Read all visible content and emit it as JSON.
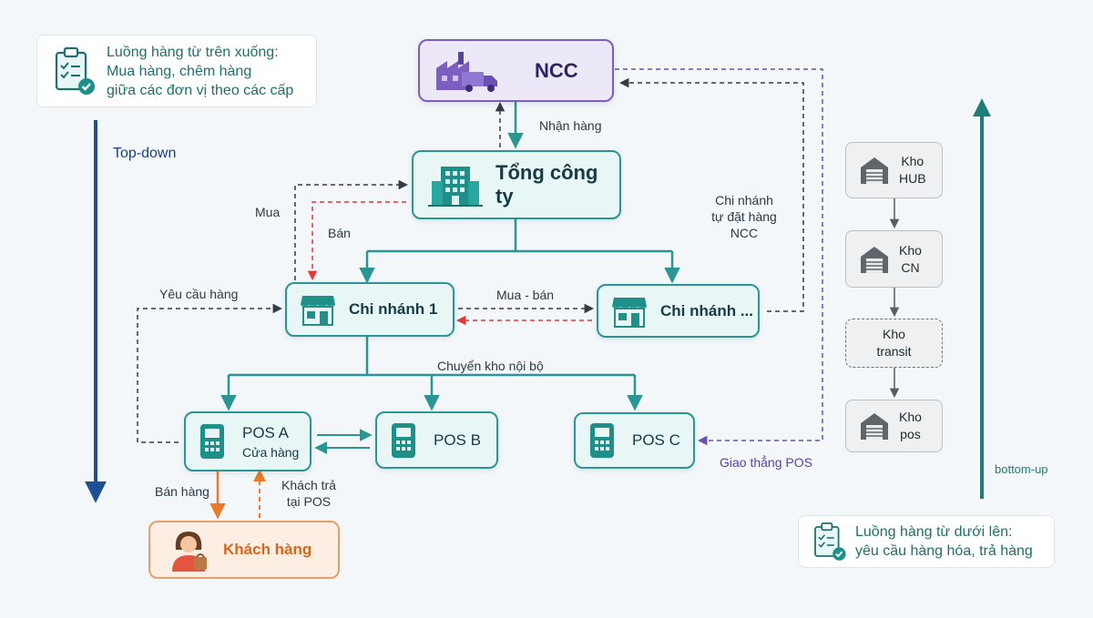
{
  "colors": {
    "teal": "#2a9592",
    "purple": "#6c4fb1",
    "red": "#e0393a",
    "orange": "#e87a2a",
    "navy": "#1f3f7a"
  },
  "notes": {
    "top_lines": [
      "Luồng hàng từ trên xuống:",
      "Mua hàng, chêm hàng",
      "giữa các đơn vị theo các cấp"
    ],
    "bottom_lines": [
      "Luồng hàng từ dưới lên:",
      "yêu cầu hàng hóa, trả hàng"
    ]
  },
  "axis": {
    "top_down": "Top-down",
    "bottom_up": "bottom-up"
  },
  "nodes": {
    "ncc": "NCC",
    "hq": "Tổng công ty",
    "cn1": "Chi nhánh 1",
    "cn2": "Chi nhánh ...",
    "pos_a": "POS A",
    "pos_a_sub": "Cửa hàng",
    "pos_b": "POS B",
    "pos_c": "POS C",
    "customer": "Khách hàng"
  },
  "edges": {
    "receive": "Nhận hàng",
    "buy": "Mua",
    "sell": "Bán",
    "branch_order_lines": [
      "Chi nhánh",
      "tự đặt hàng",
      "NCC"
    ],
    "request": "Yêu cầu hàng",
    "buy_sell": "Mua - bán",
    "internal": "Chuyển kho nội bộ",
    "direct_pos": "Giao thẳng POS",
    "sale": "Bán hàng",
    "return_lines": [
      "Khách trả",
      "tại POS"
    ]
  },
  "warehouses": [
    {
      "lines": [
        "Kho",
        "HUB"
      ],
      "icon": "warehouse-icon"
    },
    {
      "lines": [
        "Kho",
        "CN"
      ],
      "icon": "warehouse-icon"
    },
    {
      "lines": [
        "Kho",
        "transit"
      ],
      "icon": ""
    },
    {
      "lines": [
        "Kho",
        "pos"
      ],
      "icon": "warehouse-icon"
    }
  ]
}
